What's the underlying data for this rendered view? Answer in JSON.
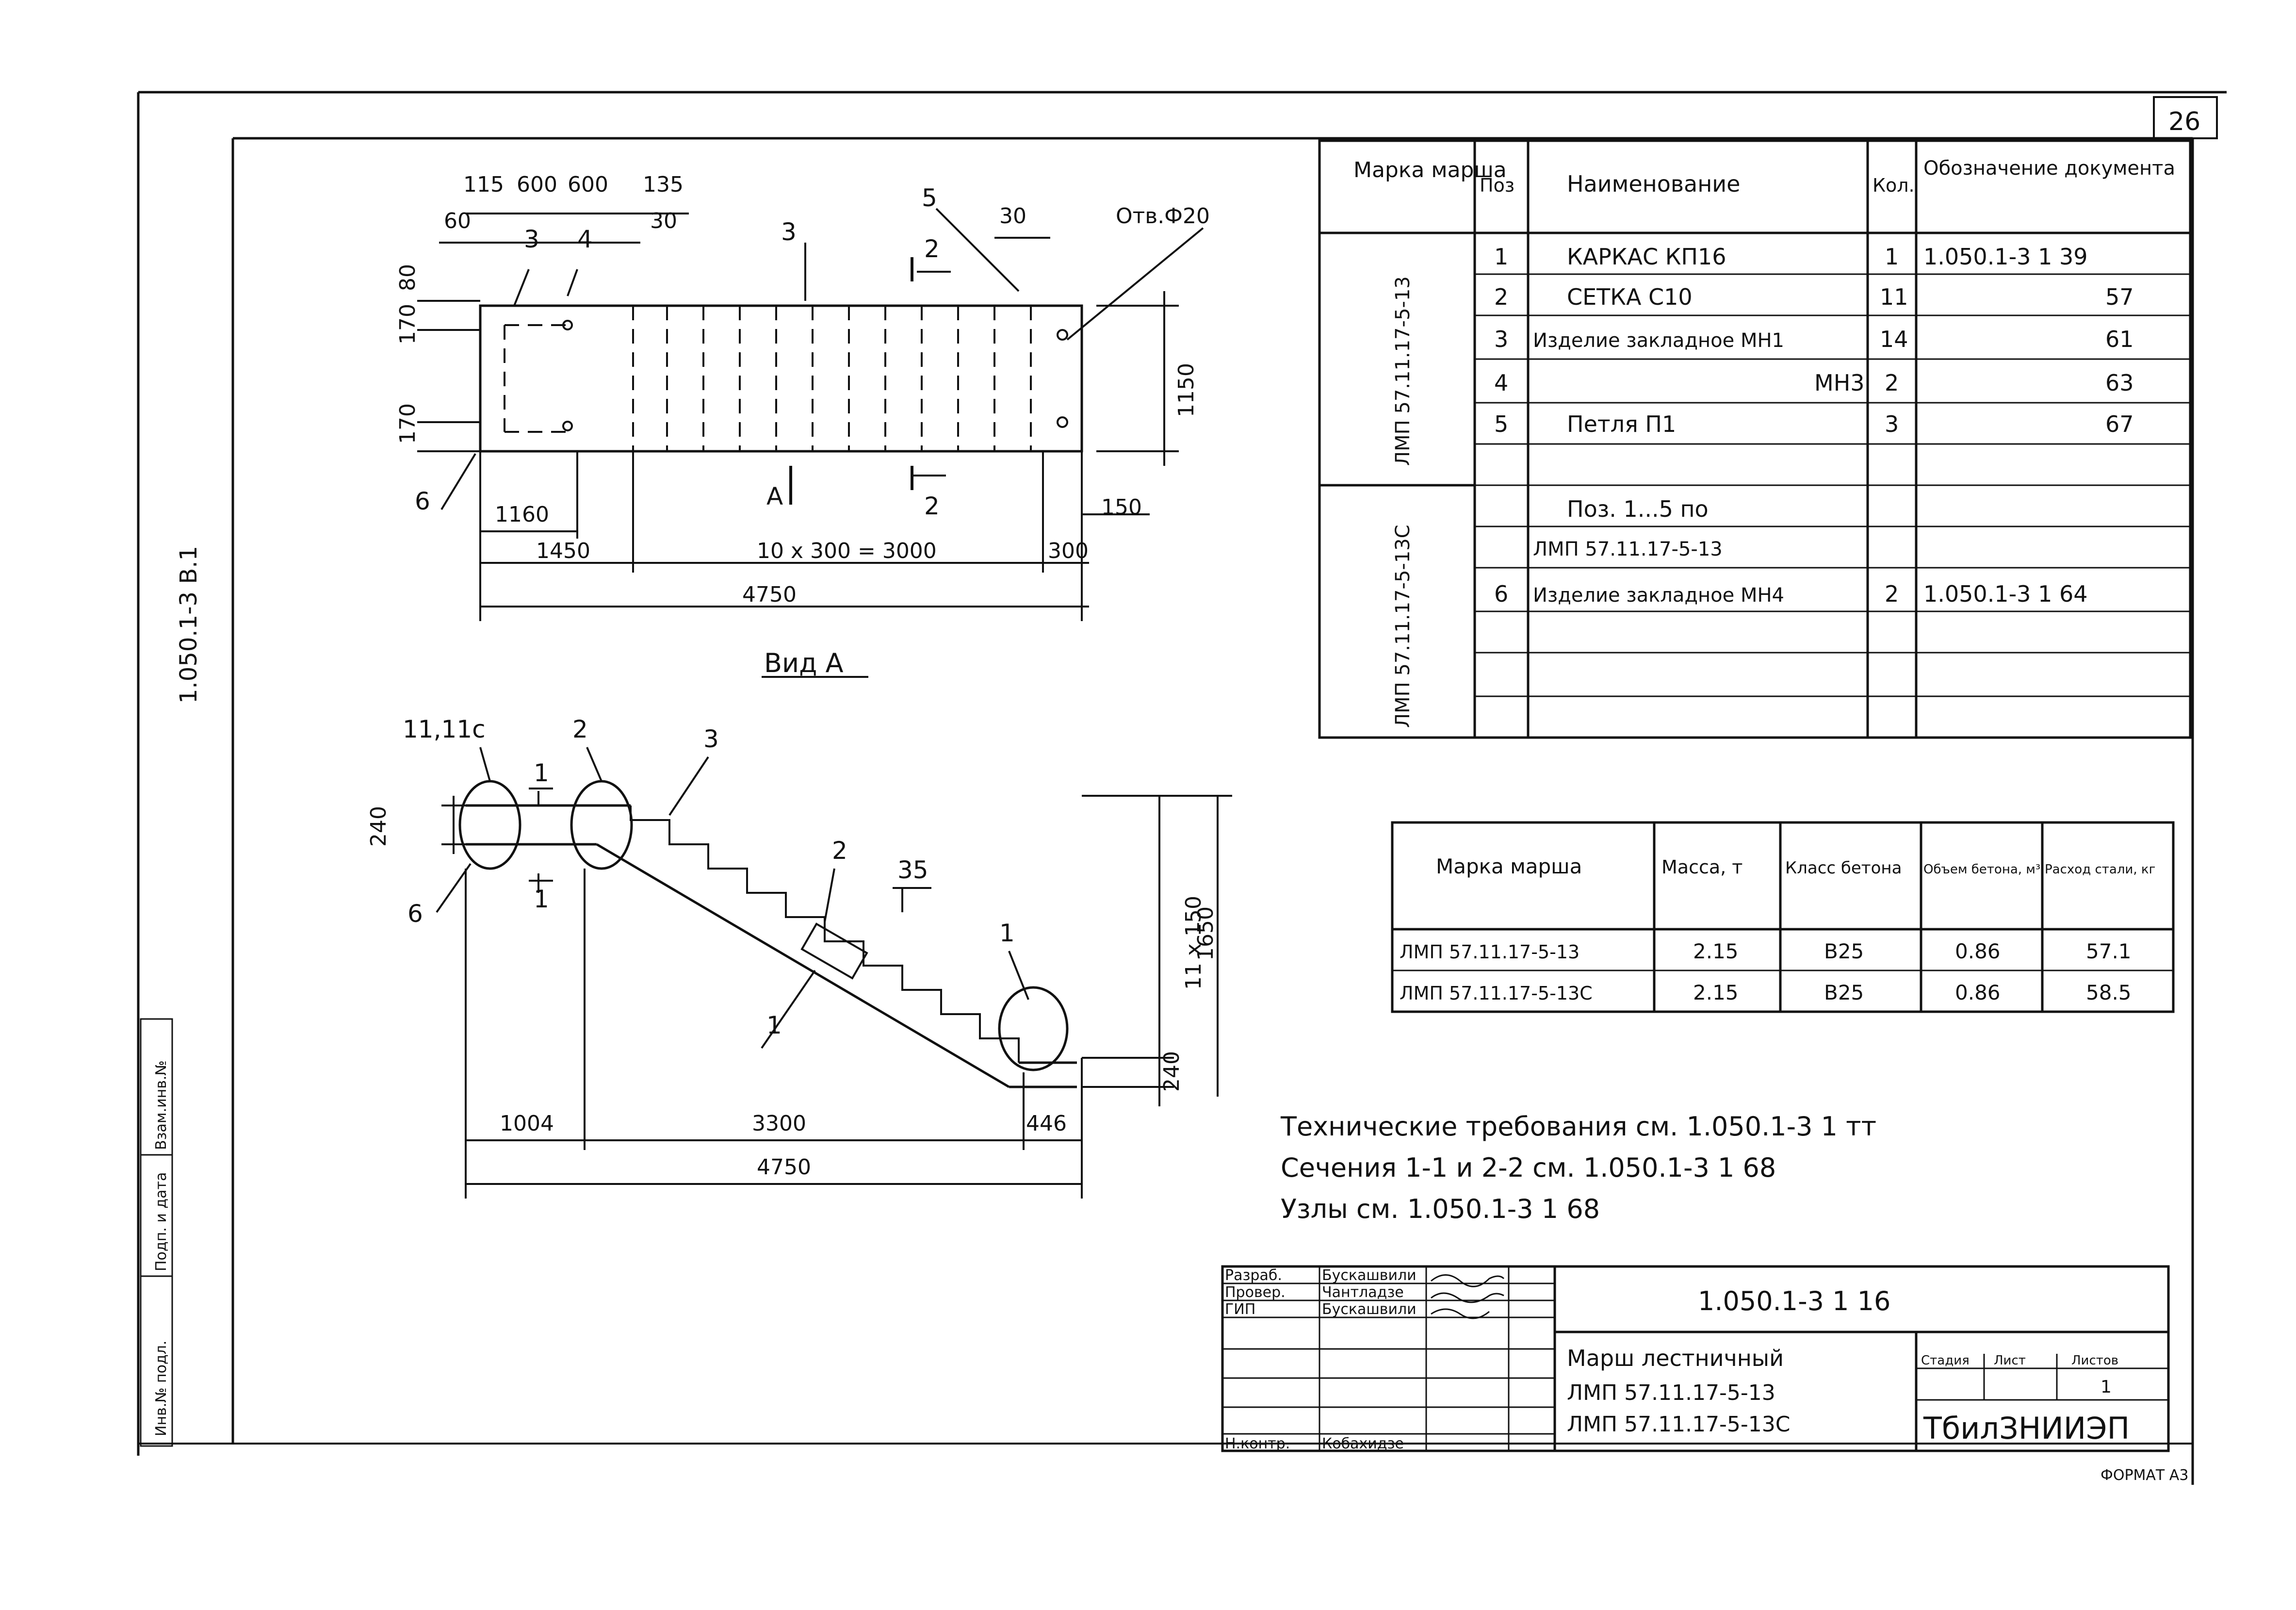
{
  "sheet": {
    "page_number": "26",
    "side_code": "1.050.1-3  В.1",
    "format": "ФОРМАТ А3"
  },
  "plan": {
    "dims_top": [
      "115",
      "600",
      "600",
      "135",
      "60",
      "30",
      "30"
    ],
    "dims_left": [
      "80",
      "170",
      "170"
    ],
    "dim_height": "1150",
    "hole_label": "Отв.Ф20",
    "dims_bottom": [
      "1160",
      "150",
      "1450",
      "10 x 300 = 3000",
      "300",
      "4750"
    ],
    "callouts": [
      "3",
      "4",
      "3",
      "5",
      "2",
      "2",
      "6",
      "А"
    ],
    "view_label": "Вид А"
  },
  "elevation": {
    "node_label": "11,11с",
    "callouts": [
      "2",
      "3",
      "2",
      "35",
      "1",
      "1",
      "6",
      "1",
      "1"
    ],
    "dims_left": [
      "240"
    ],
    "dims_right": [
      "11 x 150",
      "1650",
      "240"
    ],
    "dims_bottom": [
      "1004",
      "3300",
      "446",
      "4750"
    ]
  },
  "spec_table": {
    "headers": [
      "Марка марша",
      "Поз",
      "Наименование",
      "Кол.",
      "Обозначение документа"
    ],
    "group1_mark": "ЛМП 57.11.17-5-13",
    "group2_mark": "ЛМП 57.11.17-5-13С",
    "rows": [
      {
        "pos": "1",
        "name": "КАРКАС КП16",
        "qty": "1",
        "doc": "1.050.1-3  1  39"
      },
      {
        "pos": "2",
        "name": "СЕТКА      С10",
        "qty": "11",
        "doc": "57"
      },
      {
        "pos": "3",
        "name": "Изделие закладное МН1",
        "qty": "14",
        "doc": "61"
      },
      {
        "pos": "4",
        "name": "МН3",
        "qty": "2",
        "doc": "63"
      },
      {
        "pos": "5",
        "name": "Петля  П1",
        "qty": "3",
        "doc": "67"
      },
      {
        "pos": "",
        "name": "",
        "qty": "",
        "doc": ""
      },
      {
        "pos": "",
        "name": "Поз. 1...5 по",
        "qty": "",
        "doc": ""
      },
      {
        "pos": "",
        "name": "ЛМП 57.11.17-5-13",
        "qty": "",
        "doc": ""
      },
      {
        "pos": "6",
        "name": "Изделие закладное МН4",
        "qty": "2",
        "doc": "1.050.1-3  1  64"
      },
      {
        "pos": "",
        "name": "",
        "qty": "",
        "doc": ""
      },
      {
        "pos": "",
        "name": "",
        "qty": "",
        "doc": ""
      },
      {
        "pos": "",
        "name": "",
        "qty": "",
        "doc": ""
      }
    ]
  },
  "mass_table": {
    "headers": [
      "Марка марша",
      "Масса, т",
      "Класс бетона",
      "Объем бетона, м³",
      "Расход стали, кг"
    ],
    "rows": [
      [
        "ЛМП 57.11.17-5-13",
        "2.15",
        "В25",
        "0.86",
        "57.1"
      ],
      [
        "ЛМП 57.11.17-5-13С",
        "2.15",
        "В25",
        "0.86",
        "58.5"
      ]
    ]
  },
  "notes": [
    "Технические требования см. 1.050.1-3  1 тт",
    "Сечения 1-1 и 2-2 см. 1.050.1-3  1 68",
    "Узлы см. 1.050.1-3  1 68"
  ],
  "title_block": {
    "code": "1.050.1-3  1  16",
    "name_line1": "Марш лестничный",
    "name_line2": "ЛМП 57.11.17-5-13",
    "name_line3": "ЛМП 57.11.17-5-13С",
    "org": "ТбилЗНИИЭП",
    "roles": [
      "Разраб.",
      "Провер.",
      "ГИП",
      "Н.контр."
    ],
    "people": [
      "Бускашвили",
      "Чантладзе",
      "Бускашвили",
      "Кобахидзе"
    ],
    "stage_headers": [
      "Стадия",
      "Лист",
      "Листов"
    ],
    "stage_values": [
      "",
      "",
      "1"
    ],
    "side_stamps": [
      "Инв.№ подл.",
      "Подп. и дата",
      "Взам.инв.№"
    ]
  }
}
